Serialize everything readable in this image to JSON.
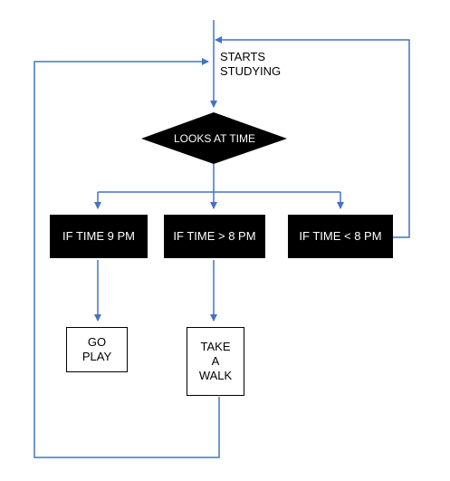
{
  "diagram": {
    "start": {
      "line1": "STARTS",
      "line2": "STUDYING"
    },
    "decision": {
      "label": "LOOKS AT TIME"
    },
    "branches": [
      {
        "label": "IF TIME 9 PM",
        "action": {
          "line1": "GO",
          "line2": "PLAY"
        }
      },
      {
        "label": "IF TIME > 8 PM",
        "action": {
          "line1": "TAKE",
          "line2": "A",
          "line3": "WALK"
        }
      },
      {
        "label": "IF TIME < 8 PM"
      }
    ],
    "colors": {
      "connector": "#4472C4",
      "node_fill": "#000000",
      "node_text": "#ffffff"
    }
  }
}
